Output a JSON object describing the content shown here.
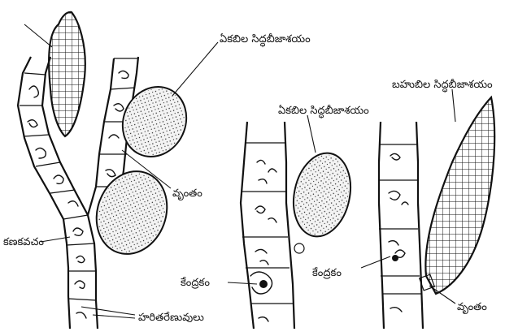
{
  "labels": {
    "unilocular_sporangium_1": "ఏకబిల సిద్ధబీజాశయం",
    "unilocular_sporangium_2": "ఏకబిల సిద్ధబీజాశయం",
    "plurilocular_sporangium": "బహుబిల సిద్ధబీజాశయం",
    "stalk_1": "వృంతం",
    "stalk_2": "వృంతం",
    "cell_wall": "కణకవచం",
    "nucleus_1": "కేంద్రకం",
    "nucleus_2": "కేంద్రకం",
    "chloroplasts": "హరితరేణువులు"
  }
}
